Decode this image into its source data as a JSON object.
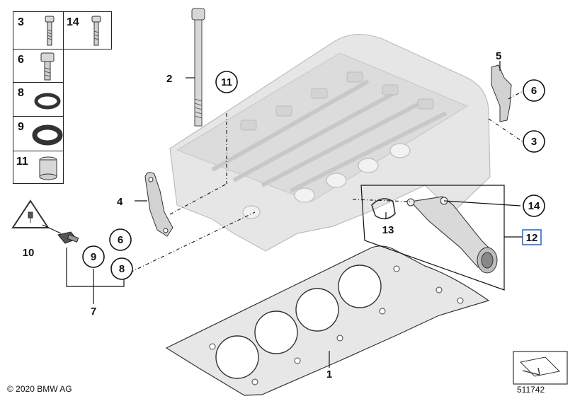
{
  "legend": {
    "cells": [
      {
        "id": "3",
        "label": "3",
        "icon": "bolt-icon"
      },
      {
        "id": "14",
        "label": "14",
        "icon": "small-bolt-icon"
      },
      {
        "id": "6",
        "label": "6",
        "icon": "hex-bolt-icon"
      },
      {
        "id": "8",
        "label": "8",
        "icon": "o-ring-icon"
      },
      {
        "id": "9",
        "label": "9",
        "icon": "seal-ring-icon"
      },
      {
        "id": "11",
        "label": "11",
        "icon": "sleeve-icon"
      }
    ]
  },
  "callouts": {
    "c1": "1",
    "c2": "2",
    "c3": "3",
    "c4": "4",
    "c5": "5",
    "c6a": "6",
    "c6b": "6",
    "c7": "7",
    "c8": "8",
    "c9": "9",
    "c10": "10",
    "c11": "11",
    "c12": "12",
    "c13": "13",
    "c14": "14"
  },
  "parts": {
    "cylinder_head": "cylinder-head-icon",
    "head_gasket": "head-gasket-icon",
    "head_bolt": "head-bolt-icon",
    "coolant_pipe": "coolant-pipe-icon",
    "sensor": "temperature-sensor-icon",
    "warning": "electrical-warning-icon",
    "bracket_left": "bracket-icon",
    "bracket_right": "bracket-icon",
    "nav": "arrow-nav-icon"
  },
  "colors": {
    "outline": "#111111",
    "part_fill": "#e6e6e6",
    "part_shade": "#c9c9c9",
    "highlight": "#2a6cd6"
  },
  "footer": {
    "copyright": "© 2020 BMW AG",
    "ref": "511742"
  }
}
